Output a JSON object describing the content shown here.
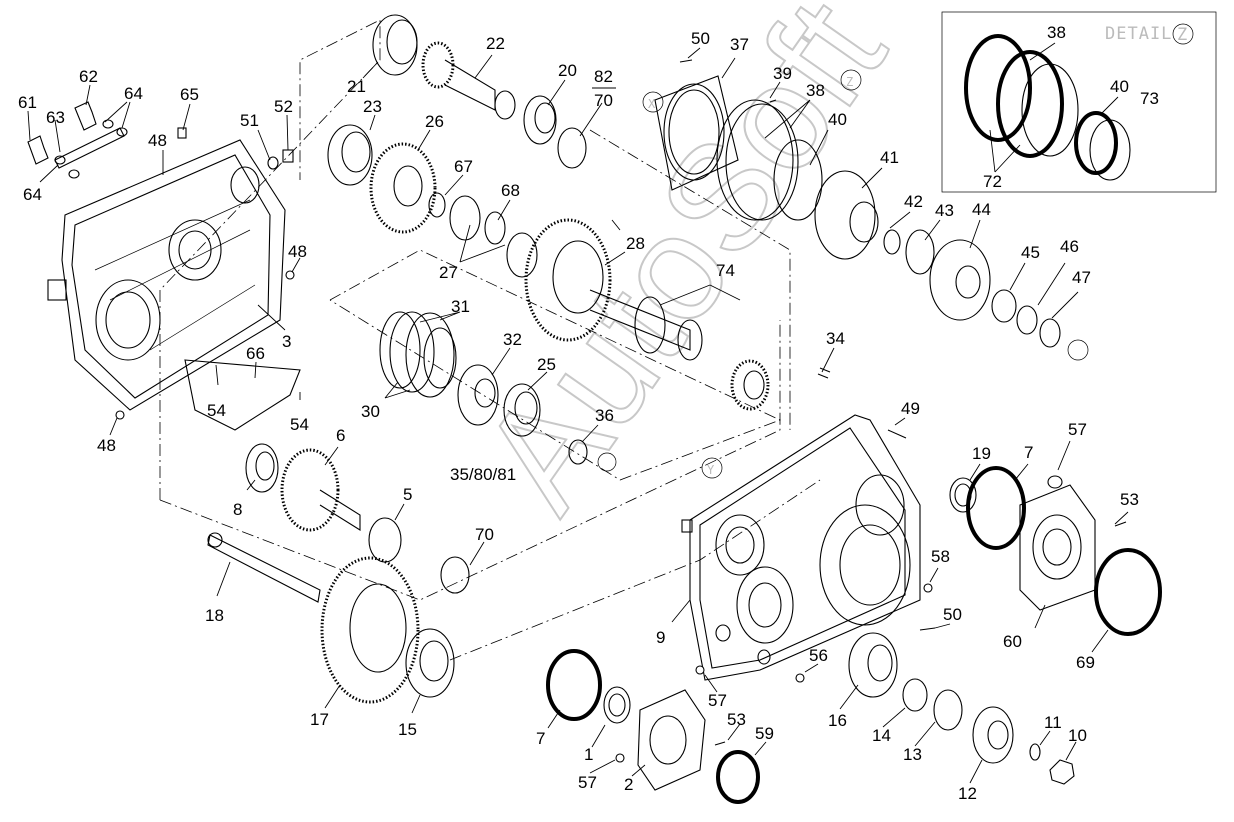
{
  "detail": {
    "title": "DETAIL",
    "marker": "Z"
  },
  "view_markers": {
    "x": "X",
    "z": "Z",
    "y": "Y"
  },
  "watermark": "AutoSoft",
  "fraction_label": {
    "numerator": "82",
    "denominator": "70"
  },
  "callouts": [
    {
      "id": "c61",
      "text": "61"
    },
    {
      "id": "c62",
      "text": "62"
    },
    {
      "id": "c63",
      "text": "63"
    },
    {
      "id": "c64a",
      "text": "64"
    },
    {
      "id": "c64b",
      "text": "64"
    },
    {
      "id": "c65",
      "text": "65"
    },
    {
      "id": "c48a",
      "text": "48"
    },
    {
      "id": "c51",
      "text": "51"
    },
    {
      "id": "c52",
      "text": "52"
    },
    {
      "id": "c48b",
      "text": "48"
    },
    {
      "id": "c3",
      "text": "3"
    },
    {
      "id": "c66",
      "text": "66"
    },
    {
      "id": "c54a",
      "text": "54"
    },
    {
      "id": "c54b",
      "text": "54"
    },
    {
      "id": "c48c",
      "text": "48"
    },
    {
      "id": "c21",
      "text": "21"
    },
    {
      "id": "c22",
      "text": "22"
    },
    {
      "id": "c20",
      "text": "20"
    },
    {
      "id": "c23",
      "text": "23"
    },
    {
      "id": "c26",
      "text": "26"
    },
    {
      "id": "c67",
      "text": "67"
    },
    {
      "id": "c68",
      "text": "68"
    },
    {
      "id": "c27",
      "text": "27"
    },
    {
      "id": "c28",
      "text": "28"
    },
    {
      "id": "c31",
      "text": "31"
    },
    {
      "id": "c32",
      "text": "32"
    },
    {
      "id": "c30",
      "text": "30"
    },
    {
      "id": "c25",
      "text": "25"
    },
    {
      "id": "c36",
      "text": "36"
    },
    {
      "id": "c358081",
      "text": "35/80/81"
    },
    {
      "id": "c74",
      "text": "74"
    },
    {
      "id": "c34",
      "text": "34"
    },
    {
      "id": "c50a",
      "text": "50"
    },
    {
      "id": "c37",
      "text": "37"
    },
    {
      "id": "c39",
      "text": "39"
    },
    {
      "id": "c38a",
      "text": "38"
    },
    {
      "id": "c40a",
      "text": "40"
    },
    {
      "id": "c41",
      "text": "41"
    },
    {
      "id": "c42",
      "text": "42"
    },
    {
      "id": "c43",
      "text": "43"
    },
    {
      "id": "c44",
      "text": "44"
    },
    {
      "id": "c45",
      "text": "45"
    },
    {
      "id": "c46",
      "text": "46"
    },
    {
      "id": "c47",
      "text": "47"
    },
    {
      "id": "c38b",
      "text": "38"
    },
    {
      "id": "c40b",
      "text": "40"
    },
    {
      "id": "c73",
      "text": "73"
    },
    {
      "id": "c72",
      "text": "72"
    },
    {
      "id": "c6",
      "text": "6"
    },
    {
      "id": "c8",
      "text": "8"
    },
    {
      "id": "c5",
      "text": "5"
    },
    {
      "id": "c70",
      "text": "70"
    },
    {
      "id": "c18",
      "text": "18"
    },
    {
      "id": "c17",
      "text": "17"
    },
    {
      "id": "c15",
      "text": "15"
    },
    {
      "id": "c49",
      "text": "49"
    },
    {
      "id": "c19",
      "text": "19"
    },
    {
      "id": "c7a",
      "text": "7"
    },
    {
      "id": "c57a",
      "text": "57"
    },
    {
      "id": "c53a",
      "text": "53"
    },
    {
      "id": "c58",
      "text": "58"
    },
    {
      "id": "c50b",
      "text": "50"
    },
    {
      "id": "c9",
      "text": "9"
    },
    {
      "id": "c60",
      "text": "60"
    },
    {
      "id": "c69",
      "text": "69"
    },
    {
      "id": "c56",
      "text": "56"
    },
    {
      "id": "c57b",
      "text": "57"
    },
    {
      "id": "c53b",
      "text": "53"
    },
    {
      "id": "c59",
      "text": "59"
    },
    {
      "id": "c7b",
      "text": "7"
    },
    {
      "id": "c1",
      "text": "1"
    },
    {
      "id": "c57c",
      "text": "57"
    },
    {
      "id": "c2",
      "text": "2"
    },
    {
      "id": "c16",
      "text": "16"
    },
    {
      "id": "c14",
      "text": "14"
    },
    {
      "id": "c13",
      "text": "13"
    },
    {
      "id": "c11",
      "text": "11"
    },
    {
      "id": "c10",
      "text": "10"
    },
    {
      "id": "c12",
      "text": "12"
    }
  ]
}
